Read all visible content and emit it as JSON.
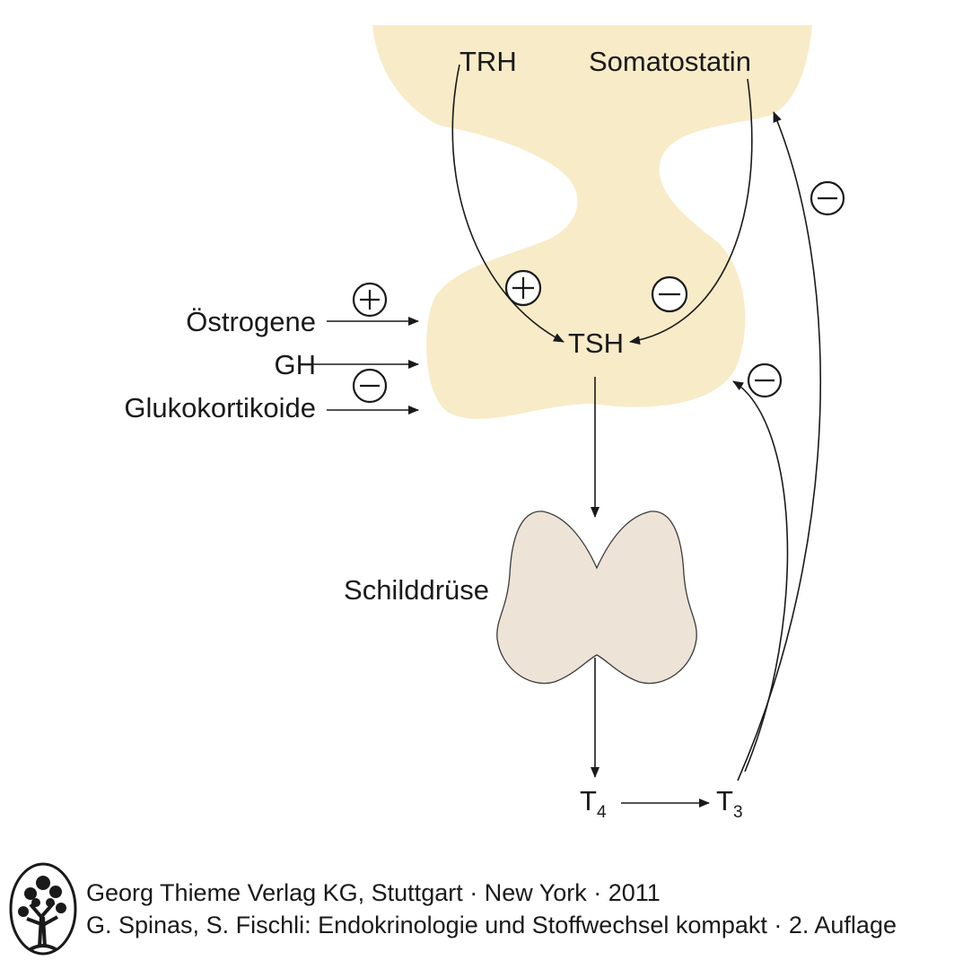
{
  "labels": {
    "trh": "TRH",
    "somatostatin": "Somatostatin",
    "tsh": "TSH",
    "oestrogene": "Östrogene",
    "gh": "GH",
    "glukokortikoide": "Glukokortikoide",
    "schilddruese": "Schilddrüse",
    "t4_main": "T",
    "t4_sub": "4",
    "t3_main": "T",
    "t3_sub": "3"
  },
  "footer": {
    "line1": "Georg Thieme Verlag KG, Stuttgart · New York · 2011",
    "line2": "G. Spinas, S. Fischli: Endokrinologie und Stoffwechsel kompakt · 2. Auflage"
  },
  "colors": {
    "hypophysis_fill": "#f8ebc8",
    "thyroid_fill": "#ede3d7",
    "stroke": "#1a1a1a"
  }
}
